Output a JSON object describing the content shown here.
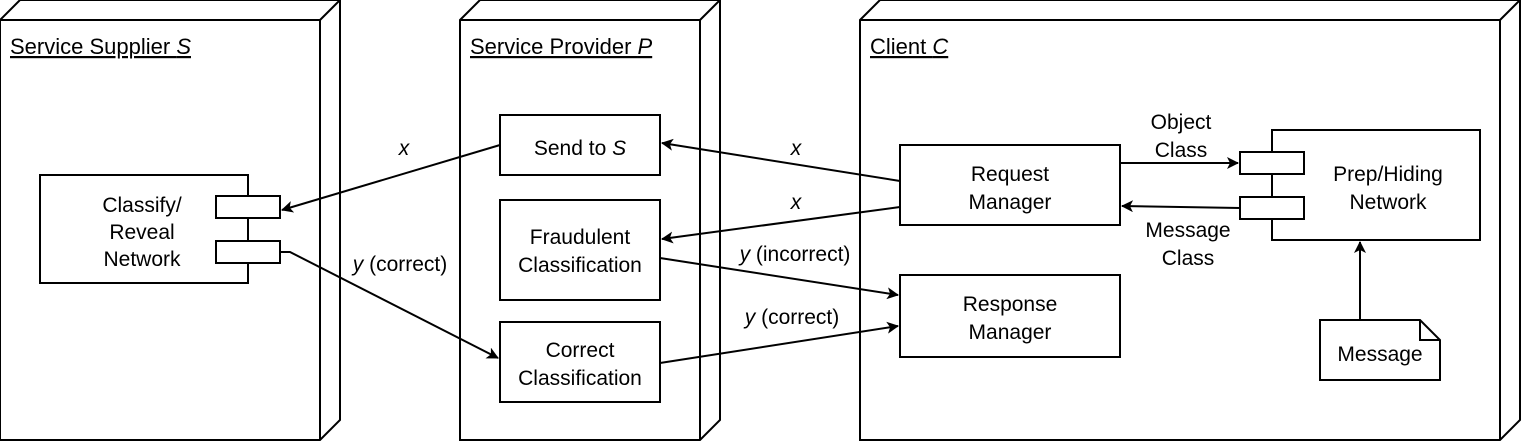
{
  "nodes": {
    "supplier": {
      "title": "Service Supplier ",
      "var": "S"
    },
    "provider": {
      "title": "Service Provider ",
      "var": "P"
    },
    "client": {
      "title": "Client ",
      "var": "C"
    }
  },
  "components": {
    "classify": {
      "line1": "Classify/",
      "line2": "Reveal",
      "line3": "Network"
    },
    "send": {
      "text": "Send to ",
      "var": "S"
    },
    "fraud": {
      "line1": "Fraudulent",
      "line2": "Classification"
    },
    "correct": {
      "line1": "Correct",
      "line2": "Classification"
    },
    "request": {
      "line1": "Request",
      "line2": "Manager"
    },
    "response": {
      "line1": "Response",
      "line2": "Manager"
    },
    "prep": {
      "line1": "Prep/Hiding",
      "line2": "Network"
    },
    "message": {
      "text": "Message"
    }
  },
  "labels": {
    "x_left": "x",
    "x_top": "x",
    "x_mid": "x",
    "y_correct_left": {
      "var": "y",
      "text": " (correct)"
    },
    "y_incorrect": {
      "var": "y",
      "text": " (incorrect)"
    },
    "y_correct_right": {
      "var": "y",
      "text": " (correct)"
    },
    "object_class": {
      "line1": "Object",
      "line2": "Class"
    },
    "message_class": {
      "line1": "Message",
      "line2": "Class"
    }
  }
}
